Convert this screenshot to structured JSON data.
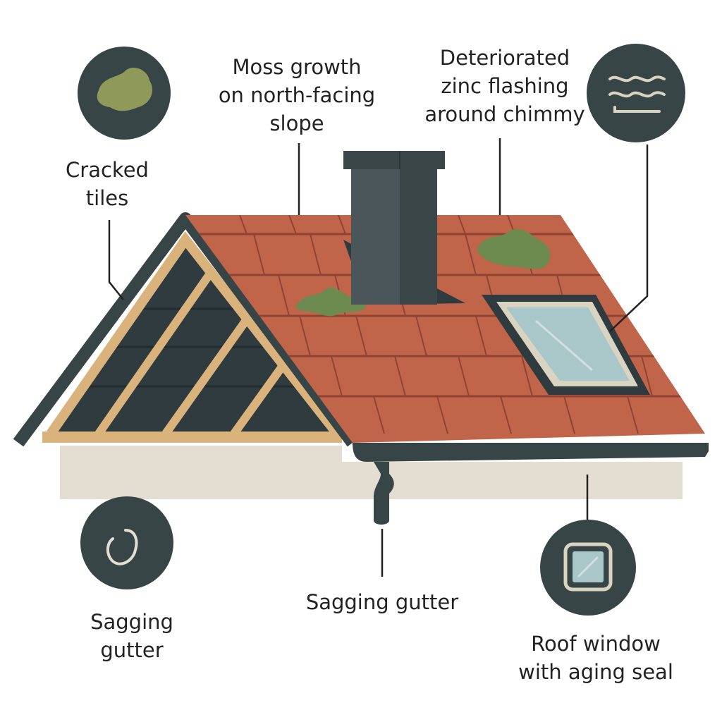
{
  "labels": {
    "cracked_tiles": [
      "Cracked",
      "tiles"
    ],
    "moss_growth": [
      "Moss growth",
      "on north-facing",
      "slope"
    ],
    "zinc_flashing": [
      "Deteriorated",
      "zinc flashing",
      "around chimmy"
    ],
    "sagging_gutter_left": [
      "Sagging",
      "gutter"
    ],
    "sagging_gutter_center": [
      "Sagging gutter"
    ],
    "roof_window": [
      "Roof window",
      "with aging seal"
    ]
  },
  "icons": {
    "cracked_tiles": "moss-patch-icon",
    "zinc_flashing": "wave-lines-icon",
    "sagging_gutter": "hook-icon",
    "roof_window": "window-pane-icon"
  },
  "colors": {
    "tile": "#c0644a",
    "tile_line": "#8f4433",
    "dark_slate": "#384547",
    "moss": "#6d8a4f",
    "timber": "#d9b27c",
    "wall": "#e4ded2",
    "glass": "#a9c6c8",
    "text": "#222222"
  }
}
